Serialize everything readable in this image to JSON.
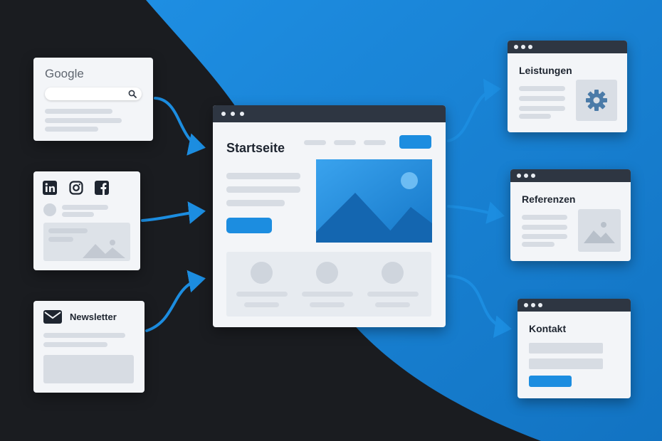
{
  "sources": {
    "google": {
      "logo_text": "Google",
      "search_icon": "search-icon"
    },
    "social": {
      "icons": [
        "linkedin-icon",
        "instagram-icon",
        "facebook-icon"
      ]
    },
    "newsletter": {
      "title": "Newsletter",
      "icon": "envelope-icon"
    }
  },
  "homepage": {
    "title": "Startseite"
  },
  "destinations": {
    "services": {
      "title": "Leistungen",
      "icon": "gear-icon"
    },
    "references": {
      "title": "Referenzen",
      "icon": "image-icon"
    },
    "contact": {
      "title": "Kontakt"
    }
  },
  "colors": {
    "accent": "#1c8de0",
    "dark_bg": "#1a1c20",
    "blue_bg": "#1e88d8",
    "card_bg": "#f3f5f8",
    "titlebar": "#2e3642"
  }
}
